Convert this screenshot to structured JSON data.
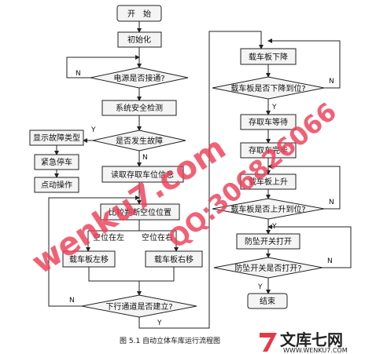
{
  "flowchart": {
    "nodes": {
      "start": "开　始",
      "init": "初始化",
      "power": "电源是否接通?",
      "safety": "系统安全检测",
      "fault": "是否发生故障",
      "show_fault": "显示故障类型",
      "estop": "紧急停车",
      "jog": "点动操作",
      "read_slot": "读取存取车位信息",
      "compare": "比较判断空位位置",
      "left_move": "载车板左移",
      "right_move": "载车板右移",
      "lane": "下行通道是否建立?",
      "lower": "载车板下降",
      "lowered": "载车板是否下降到位?",
      "wait": "存取车等待",
      "done_access": "存取车完毕",
      "raise": "载车板上升",
      "raised": "载车板是否上升到位?",
      "open_guard": "防坠开关打开",
      "guard_open": "防坠开关是否打开?",
      "end": "结束"
    },
    "edge_labels": {
      "yes": "Y",
      "no": "N",
      "left_branch": "空位在左",
      "right_branch": "空位在右"
    }
  },
  "caption": "图 5.1  自动立体车库运行流程图",
  "watermark": {
    "site": "wenku7.com",
    "qq": "QQ:306826066",
    "color": "#ef3f57"
  },
  "logo": {
    "mark": "7",
    "name": "文库七网",
    "url": "WWW.WENKU7.COM"
  }
}
